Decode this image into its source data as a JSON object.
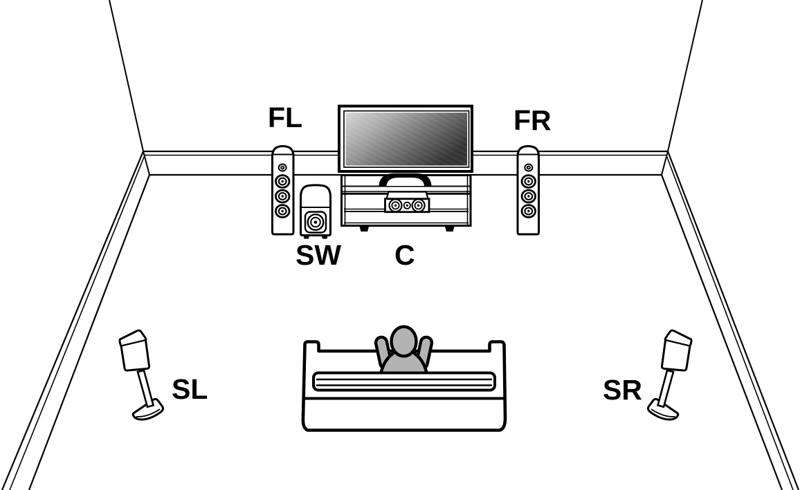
{
  "diagram": {
    "type": "5.1-channel surround speaker placement diagram",
    "labels": {
      "front_left": "FL",
      "front_right": "FR",
      "subwoofer": "SW",
      "center": "C",
      "surround_left": "SL",
      "surround_right": "SR"
    },
    "colors": {
      "line": "#000000",
      "background": "#ffffff",
      "person_fill": "#b3b3b3",
      "screen_light": "#d6d6d6",
      "screen_dark": "#333333"
    }
  }
}
